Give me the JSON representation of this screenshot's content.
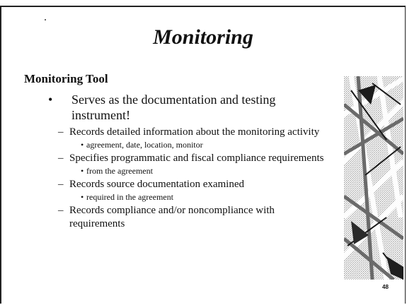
{
  "slide": {
    "title": "Monitoring",
    "subheading": "Monitoring Tool",
    "page_number": "48",
    "bullet_glyph": "•",
    "dash_glyph": "–",
    "items": [
      {
        "text": "Serves as the documentation and testing instrument!",
        "subitems": [
          {
            "text": "Records detailed information about the monitoring activity",
            "details": [
              "agreement, date, location, monitor"
            ]
          },
          {
            "text": "Specifies programmatic and fiscal compliance requirements",
            "details": [
              "from the agreement"
            ]
          },
          {
            "text": "Records source documentation examined",
            "details": [
              "required in the agreement"
            ]
          },
          {
            "text": "Records compliance and/or noncompliance with requirements",
            "details": []
          }
        ]
      }
    ],
    "image_icon": "abstract-lattice-photo"
  }
}
